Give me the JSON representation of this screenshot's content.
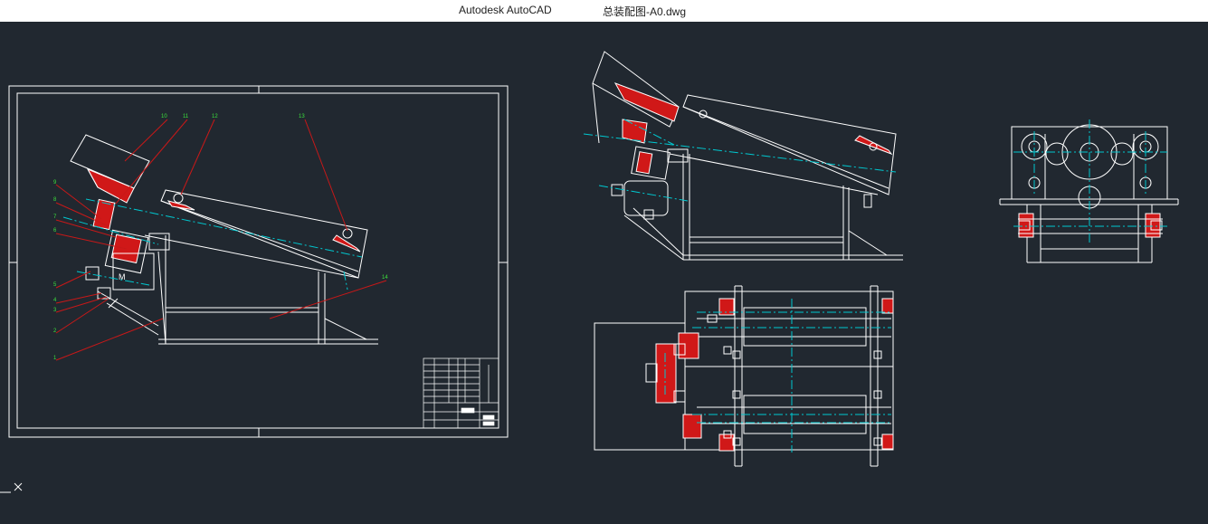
{
  "window": {
    "app_title": "Autodesk AutoCAD",
    "file_title": "总装配图-A0.dwg"
  },
  "colors": {
    "background": "#212830",
    "line": "#ffffff",
    "centerline": "#00c8d0",
    "section": "#d01818",
    "leader": "#c81818",
    "balloon": "#3ce03c"
  },
  "drawing": {
    "balloons": [
      "10",
      "11",
      "12",
      "13",
      "9",
      "8",
      "7",
      "6",
      "5",
      "4",
      "3",
      "2",
      "1",
      "14"
    ],
    "motor_label": "M"
  },
  "ucs_icon": "ucs-x-icon"
}
